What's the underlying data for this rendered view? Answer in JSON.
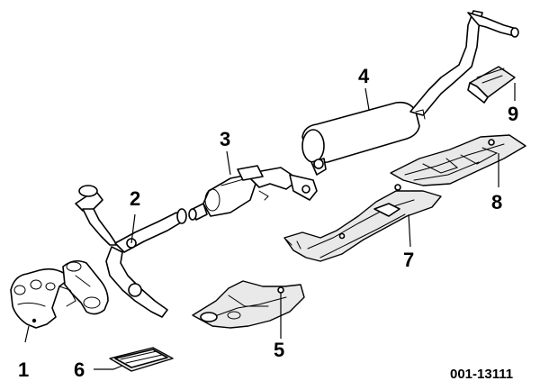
{
  "callouts": {
    "c1": "1",
    "c2": "2",
    "c3": "3",
    "c4": "4",
    "c5": "5",
    "c6": "6",
    "c7": "7",
    "c8": "8",
    "c9": "9"
  },
  "reference_code": "001-13111"
}
